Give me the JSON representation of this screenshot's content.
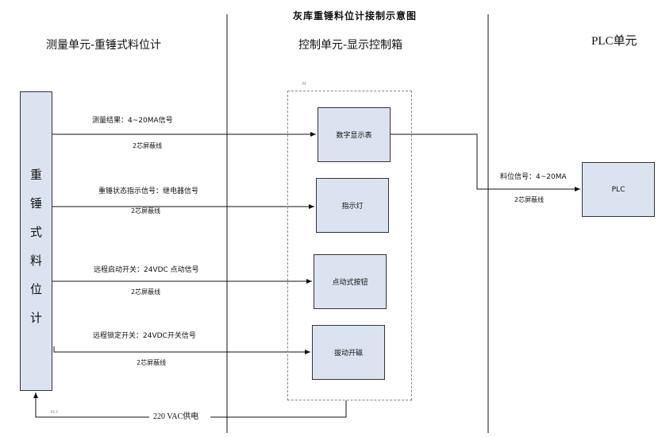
{
  "title": "灰库重锤料位计接制示意图",
  "sections": {
    "measure": "测量单元-重锤式料位计",
    "control": "控制单元-显示控制箱",
    "plc": "PLC单元"
  },
  "meter": {
    "label": "重锤式料位计"
  },
  "control_box_tag": "P.F",
  "supply_tag": "P.C.F",
  "devices": {
    "display": "数字显示表",
    "indicator": "指示灯",
    "push_button": "点动式按钮",
    "toggle_switch": "拔动开磁",
    "plc": "PLC"
  },
  "signals": {
    "measure_result": "测量结果：4~20MA信号",
    "status": "重锤状态指示信号：继电器信号",
    "remote_start": "远程启动开关：24VDC 点动信号",
    "remote_lock": "远程锁定开关：24VDC开关信号",
    "level_signal": "料位信号：4~20MA"
  },
  "cables": {
    "c1": "2芯屏蔽线",
    "c2": "2芯屏蔽线",
    "c3": "2芯屏蔽线",
    "c4": "2芯屏蔽线",
    "c5": "2芯屏蔽线"
  },
  "power": "220 VAC供电"
}
